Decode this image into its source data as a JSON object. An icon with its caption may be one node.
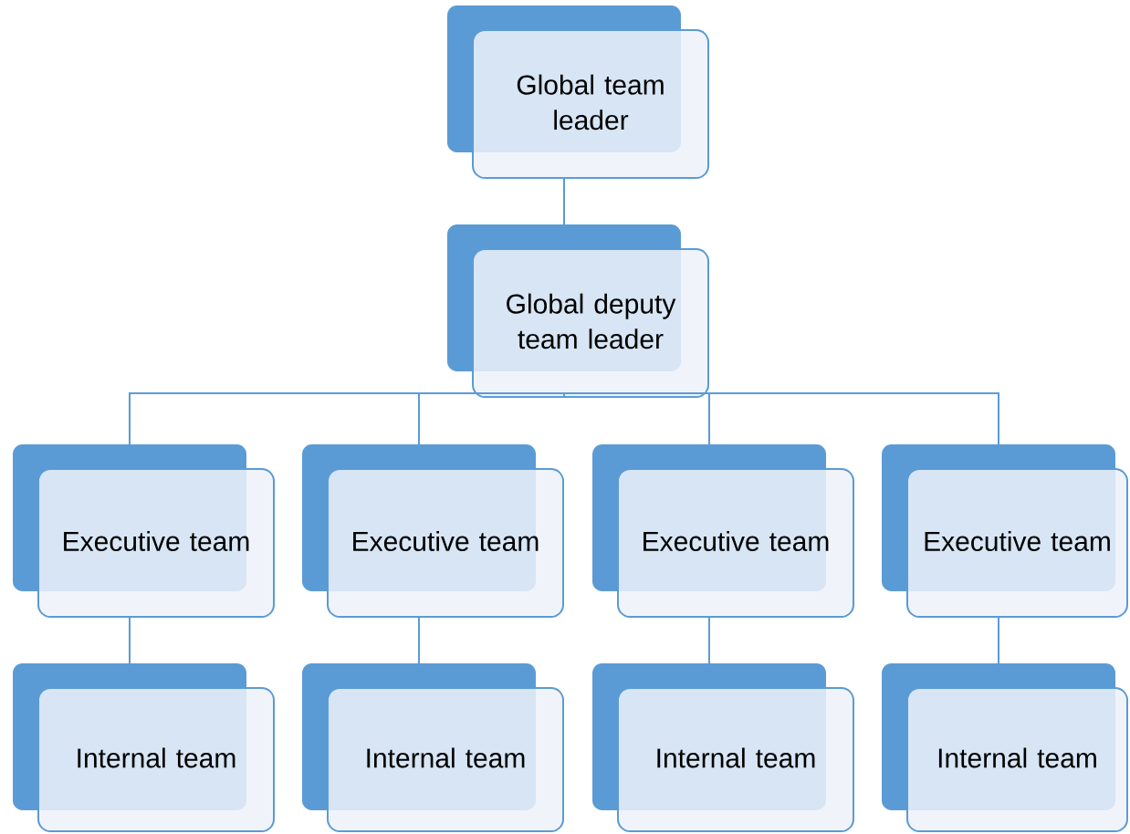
{
  "diagram": {
    "nodes": [
      {
        "text": [
          "Global team leader"
        ]
      },
      {
        "text": [
          "Global deputy team leader"
        ]
      },
      {
        "text": [
          "Executive team"
        ]
      },
      {
        "text": [
          "Executive team"
        ]
      },
      {
        "text": [
          "Executive team"
        ]
      },
      {
        "text": [
          "Executive team"
        ]
      },
      {
        "text": [
          "Internal team"
        ]
      },
      {
        "text": [
          "Internal team"
        ]
      },
      {
        "text": [
          "Internal team"
        ]
      },
      {
        "text": [
          "Internal team"
        ]
      }
    ],
    "edges": [
      {
        "from": 0,
        "to": 1,
        "arrow": "none"
      },
      {
        "from": 1,
        "to": 2,
        "arrow": "none"
      },
      {
        "from": 1,
        "to": 3,
        "arrow": "none"
      },
      {
        "from": 1,
        "to": 4,
        "arrow": "none"
      },
      {
        "from": 1,
        "to": 5,
        "arrow": "none"
      },
      {
        "from": 2,
        "to": 6,
        "arrow": "none"
      },
      {
        "from": 3,
        "to": 7,
        "arrow": "none"
      },
      {
        "from": 4,
        "to": 8,
        "arrow": "none"
      },
      {
        "from": 5,
        "to": 9,
        "arrow": "none"
      }
    ]
  }
}
